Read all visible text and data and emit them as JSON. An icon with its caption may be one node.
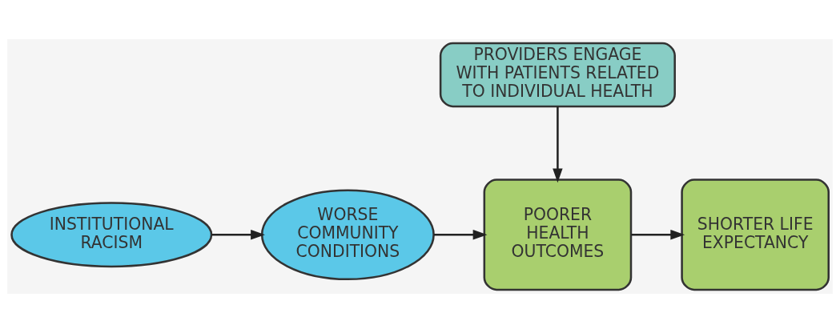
{
  "diagram": {
    "nodes": [
      {
        "text": [
          "PROVIDERS ENGAGE WITH PATIENTS RELATED TO INDIVIDUAL HEALTH"
        ]
      },
      {
        "text": [
          "INSTITUTIONAL RACISM"
        ]
      },
      {
        "text": [
          "WORSE COMMUNITY CONDITIONS"
        ]
      },
      {
        "text": [
          "POORER HEALTH OUTCOMES"
        ]
      },
      {
        "text": [
          "SHORTER LIFE EXPECTANCY"
        ]
      }
    ],
    "edges": [
      {
        "from": 0,
        "to": 3,
        "arrow": "to"
      },
      {
        "from": 1,
        "to": 2,
        "arrow": "to"
      },
      {
        "from": 2,
        "to": 3,
        "arrow": "to"
      },
      {
        "from": 3,
        "to": 4,
        "arrow": "to"
      }
    ]
  }
}
